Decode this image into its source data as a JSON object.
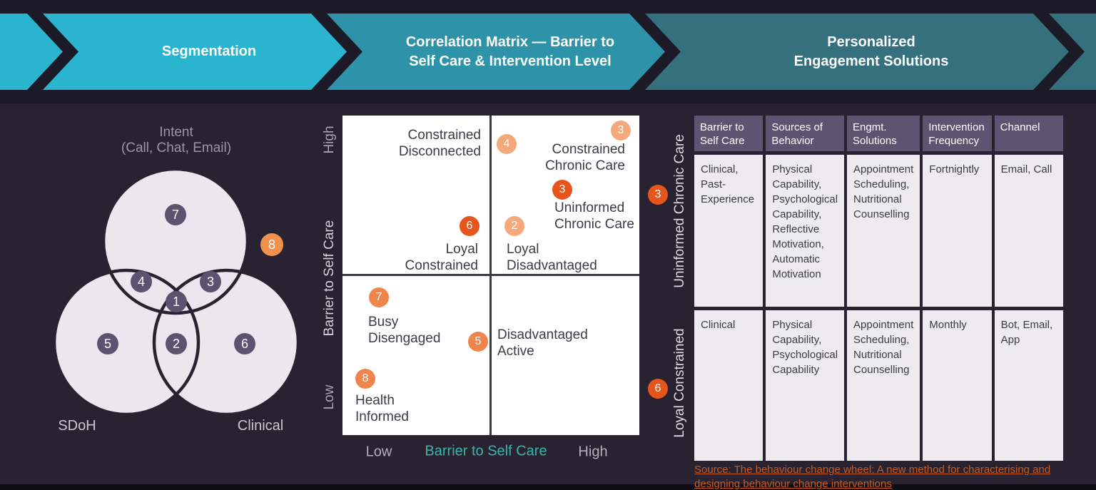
{
  "header": {
    "steps": [
      {
        "label": "Segmentation"
      },
      {
        "label": "Correlation Matrix — Barrier to\nSelf Care & Intervention Level"
      },
      {
        "label": "Personalized\nEngagement Solutions"
      }
    ]
  },
  "venn": {
    "title_line1": "Intent",
    "title_line2": "(Call, Chat, Email)",
    "left_label": "SDoH",
    "right_label": "Clinical",
    "badges": {
      "b1": "1",
      "b2": "2",
      "b3": "3",
      "b4": "4",
      "b5": "5",
      "b6": "6",
      "b7": "7",
      "b8": "8"
    }
  },
  "matrix": {
    "y_axis": {
      "high": "High",
      "label": "Barrier to Self Care",
      "low": "Low"
    },
    "x_axis": {
      "low": "Low",
      "label": "Barrier to Self Care",
      "high": "High"
    },
    "quadrant_items": [
      {
        "badge": "4",
        "tone": "light",
        "label": "Constrained Disconnected"
      },
      {
        "badge": "3",
        "tone": "light",
        "label": "Constrained Chronic Care"
      },
      {
        "badge": "3",
        "tone": "dark",
        "label": "Uninformed Chronic Care"
      },
      {
        "badge": "6",
        "tone": "dark",
        "label": "Loyal Constrained"
      },
      {
        "badge": "2",
        "tone": "light",
        "label": "Loyal Disadvantaged"
      },
      {
        "badge": "7",
        "tone": "mid",
        "label": "Busy Disengaged"
      },
      {
        "badge": "5",
        "tone": "mid",
        "label": "Disadvantaged Active"
      },
      {
        "badge": "8",
        "tone": "mid",
        "label": "Health Informed"
      }
    ]
  },
  "table": {
    "columns": [
      "Barrier to Self Care",
      "Sources of Behavior",
      "Engmt. Solutions",
      "Intervention Frequency",
      "Channel"
    ],
    "rows": [
      {
        "badge": "3",
        "group": "Uninformed Chronic Care",
        "cells": [
          "Clinical, Past-Experience",
          "Physical Capability, Psychological Capability, Reflective Motivation, Automatic Motivation",
          "Appointment Scheduling, Nutritional Counselling",
          "Fortnightly",
          "Email, Call"
        ]
      },
      {
        "badge": "6",
        "group": "Loyal Constrained",
        "cells": [
          "Clinical",
          "Physical Capability, Psychological Capability",
          "Appointment Scheduling, Nutritional Counselling",
          "Monthly",
          "Bot, Email, App"
        ]
      }
    ],
    "source_link": "Source: The behaviour change wheel: A new method for characterising and designing behaviour change interventions"
  },
  "colors": {
    "cyan": "#2bb4cf",
    "teal_mid": "#2e93a8",
    "teal_dark": "#35707f",
    "orange_light": "#f5a97a",
    "orange_mid": "#f0854c",
    "orange_dark": "#e8551c",
    "purple_badge": "#5c5370",
    "table_header": "#5e5472",
    "axis_teal": "#3ab4ab",
    "background": "#292331"
  }
}
